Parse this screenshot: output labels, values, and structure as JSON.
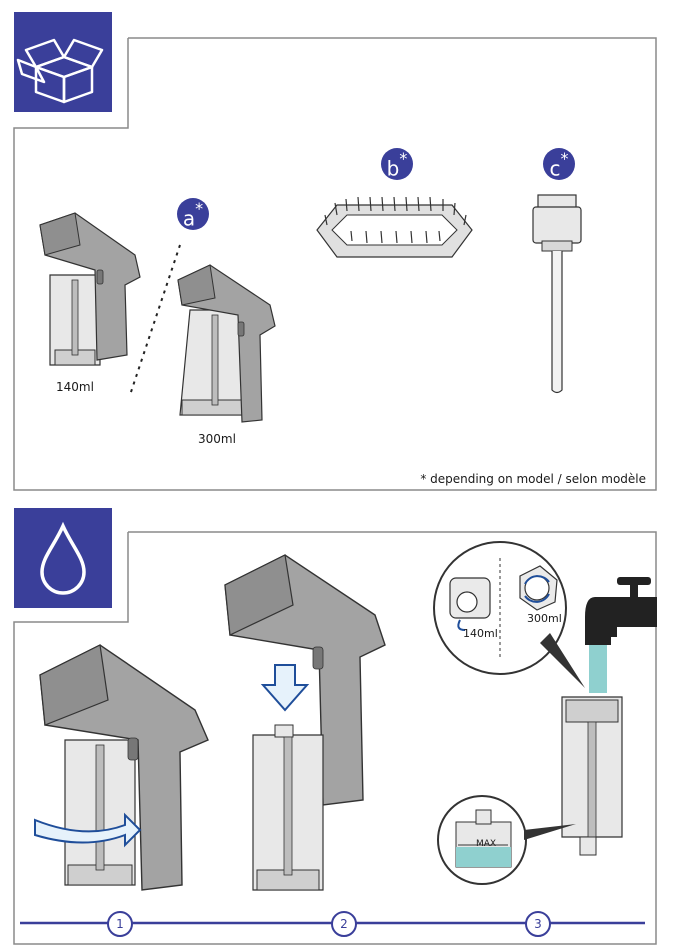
{
  "panel_top": {
    "icon": "open-box-icon",
    "labels": {
      "a": "a",
      "b": "b",
      "c": "c",
      "asterisk": "*"
    },
    "capacity_small": "140ml",
    "capacity_large": "300ml",
    "footnote": "* depending on model / selon modèle"
  },
  "panel_bottom": {
    "icon": "water-drop-icon",
    "zoom_capacity_small": "140ml",
    "zoom_capacity_large": "300ml",
    "max_label": "MAX",
    "steps": [
      "1",
      "2",
      "3"
    ]
  },
  "colors": {
    "accent": "#3a3f9a",
    "water": "#8fd0cf",
    "device_body": "#a3a3a3",
    "tank": "#e8e8e8"
  }
}
